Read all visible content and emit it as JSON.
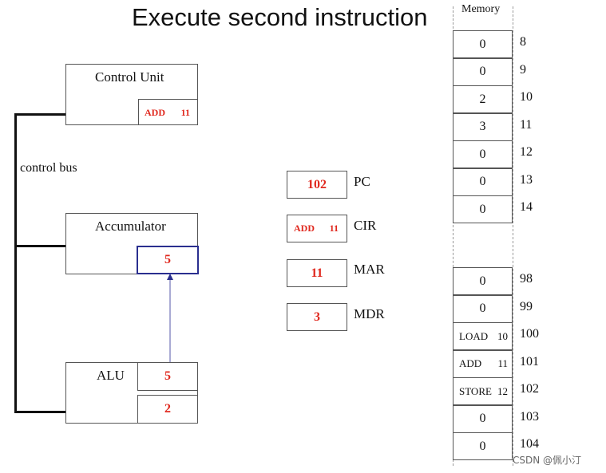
{
  "title": "Execute second instruction",
  "control_unit": {
    "label": "Control Unit",
    "instruction": {
      "op": "ADD",
      "operand": "11"
    }
  },
  "control_bus_label": "control bus",
  "accumulator": {
    "label": "Accumulator",
    "value": "5"
  },
  "alu": {
    "label": "ALU",
    "value_top": "5",
    "value_bottom": "2"
  },
  "registers": [
    {
      "name": "PC",
      "value": "102"
    },
    {
      "name": "CIR",
      "op": "ADD",
      "operand": "11"
    },
    {
      "name": "MAR",
      "value": "11"
    },
    {
      "name": "MDR",
      "value": "3"
    }
  ],
  "memory": {
    "label": "Memory",
    "upper": [
      {
        "address": "8",
        "content": "0"
      },
      {
        "address": "9",
        "content": "0"
      },
      {
        "address": "10",
        "content": "2"
      },
      {
        "address": "11",
        "content": "3"
      },
      {
        "address": "12",
        "content": "0"
      },
      {
        "address": "13",
        "content": "0"
      },
      {
        "address": "14",
        "content": "0"
      }
    ],
    "lower": [
      {
        "address": "98",
        "content": "0"
      },
      {
        "address": "99",
        "content": "0"
      },
      {
        "address": "100",
        "op": "LOAD",
        "operand": "10"
      },
      {
        "address": "101",
        "op": "ADD",
        "operand": "11"
      },
      {
        "address": "102",
        "op": "STORE",
        "operand": "12"
      },
      {
        "address": "103",
        "content": "0"
      },
      {
        "address": "104",
        "content": "0"
      }
    ]
  },
  "watermark": "CSDN @佩小汀"
}
